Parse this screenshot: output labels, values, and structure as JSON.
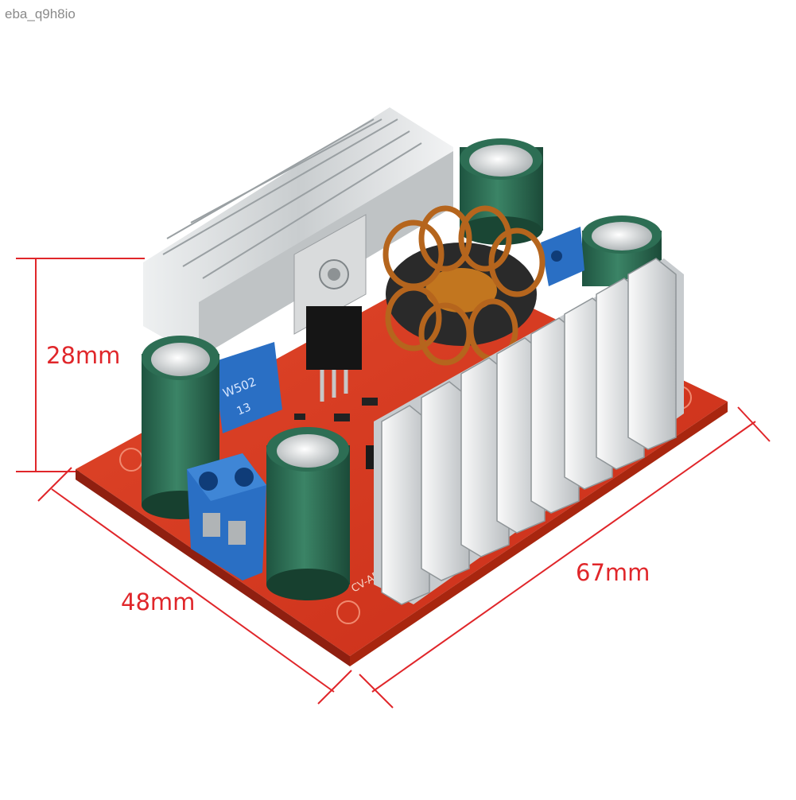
{
  "watermark": "eba_q9h8io",
  "dimensions": {
    "height": "28mm",
    "width": "48mm",
    "length": "67mm"
  },
  "board_markings": {
    "potentiometer_top": "W502",
    "potentiometer_code": "13",
    "adjust_label": "CV-ADJ"
  },
  "colors": {
    "dimension_lines": "#e0262a",
    "pcb": "#d9391f",
    "heatsink": "#d7dadb",
    "capacitor": "#2f6b52",
    "terminal_block": "#2a6fc4",
    "inductor_copper": "#b5651d"
  }
}
